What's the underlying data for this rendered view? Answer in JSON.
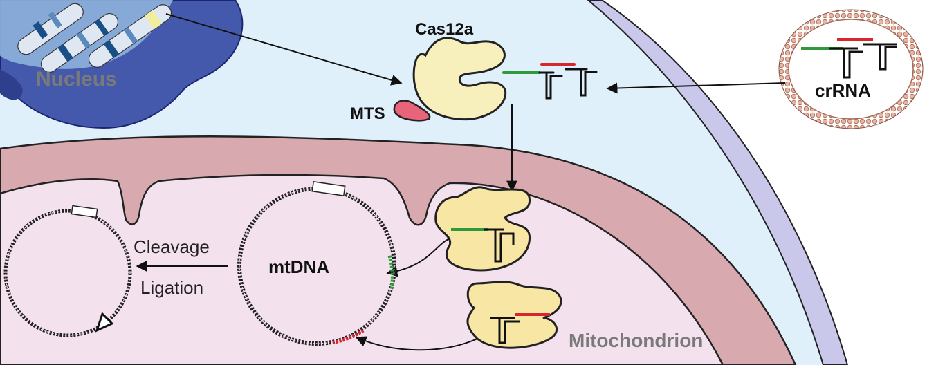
{
  "labels": {
    "nucleus": "Nucleus",
    "cas12a": "Cas12a",
    "mts": "MTS",
    "crrna": "crRNA",
    "mtdna": "mtDNA",
    "cleavage": "Cleavage",
    "ligation": "Ligation",
    "mitochondrion": "Mitochondrion"
  },
  "colors": {
    "cytoplasm": "#dff0fb",
    "cell_membrane": "#c9c8ea",
    "mito_outer": "#d9a9b0",
    "mito_matrix": "#f4e1ee",
    "nucleus": "#4459ac",
    "protein": "#f7f0bd",
    "mts": "#e8647a",
    "rna_green": "#2e9a3b",
    "rna_red": "#d6262e",
    "label_gray": "#7a7a7a"
  },
  "icons": {
    "chromosome": "chromosome-icon",
    "cas12a": "cas12a-protein-icon",
    "crrna": "crrna-hairpin-icon",
    "liposome": "liposome-icon",
    "mtdna": "circular-dna-icon"
  }
}
